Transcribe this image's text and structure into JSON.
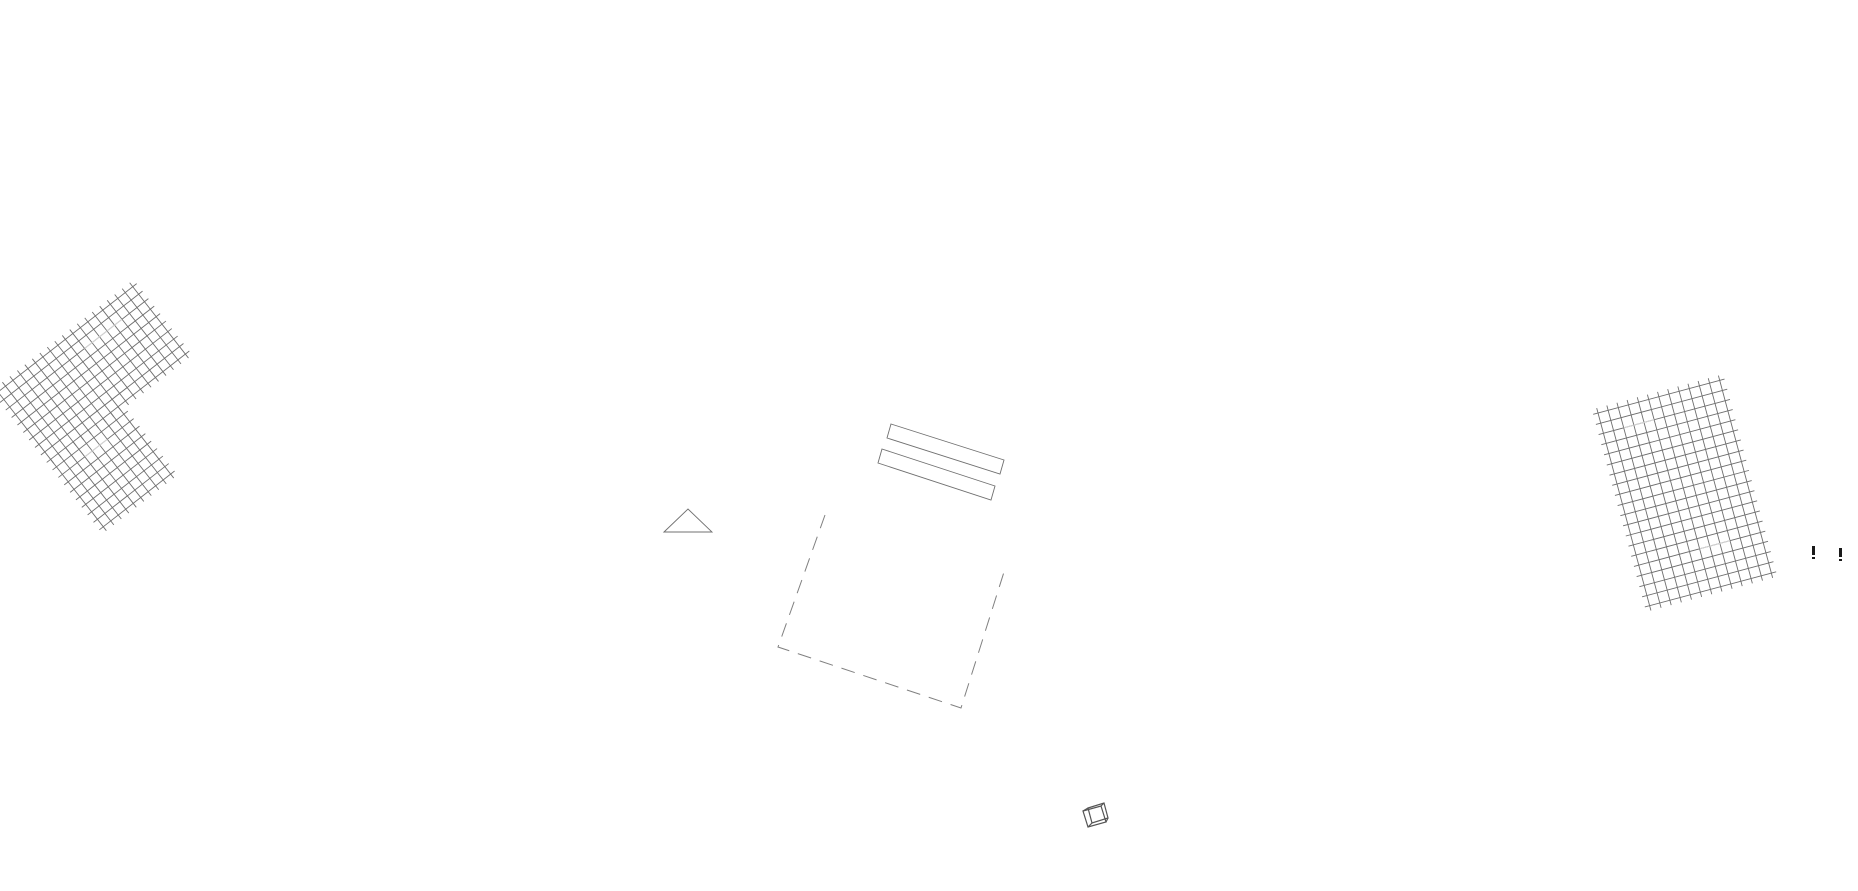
{
  "colors": {
    "background": "#ffffff",
    "line": "#707070",
    "grid": "#6e6e6e",
    "grid_hole": "#d8d8d8",
    "dash": "#808080",
    "mark": "#1a1a1a"
  },
  "elements": [
    "l-shaped-grid-panel",
    "triangle-outline",
    "parallel-bars",
    "dashed-square-outline",
    "small-cube-outline",
    "rectangular-grid-panel",
    "tick-marks"
  ]
}
